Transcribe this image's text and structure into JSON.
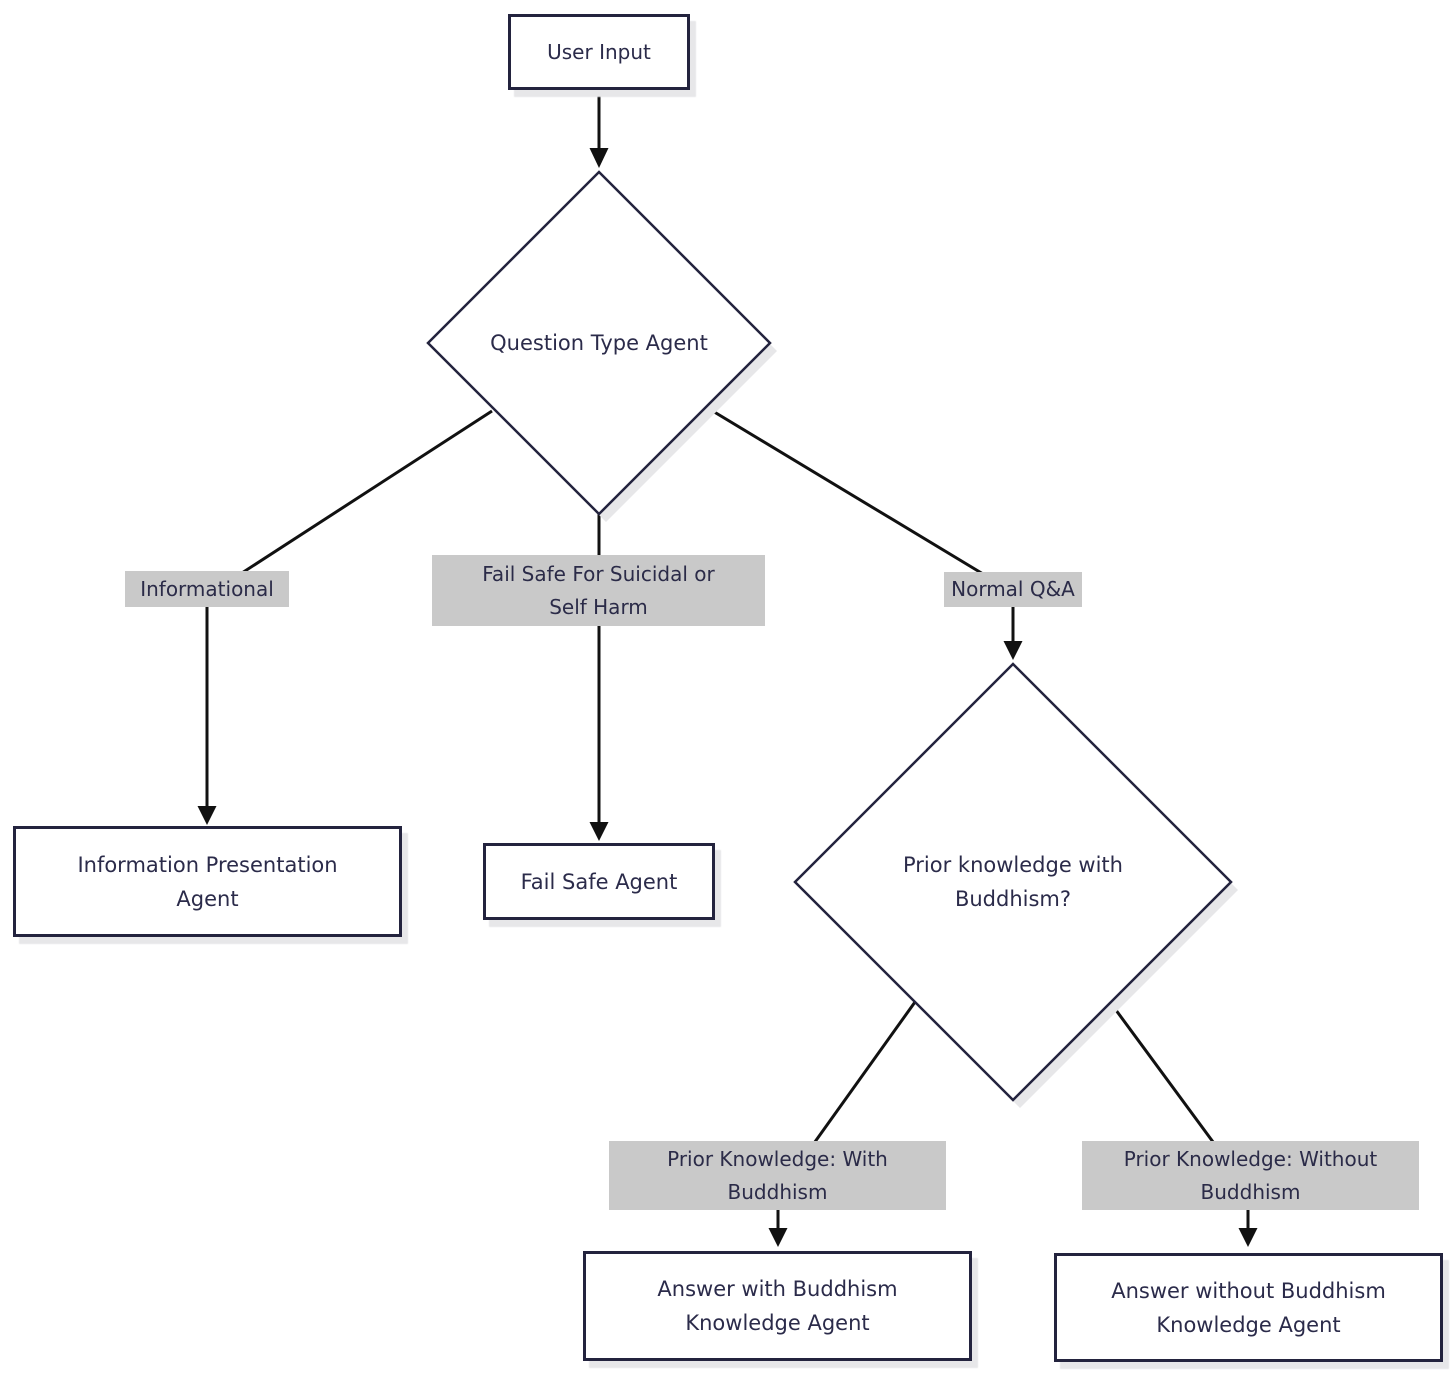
{
  "diagram": {
    "type": "flowchart",
    "background": "#ffffff",
    "colors": {
      "node_border": "#23233e",
      "node_fill": "#ffffff",
      "node_text": "#2b2b4a",
      "edge_line": "#111111",
      "edge_label_bg": "#c9c9c9",
      "shadow": "#e7e7e9"
    },
    "nodes": {
      "user_input": {
        "label": "User Input",
        "shape": "rectangle"
      },
      "question_type": {
        "label": "Question Type Agent",
        "shape": "diamond"
      },
      "info_presentation": {
        "label": "Information Presentation\nAgent",
        "shape": "rectangle"
      },
      "fail_safe_agent": {
        "label": "Fail Safe Agent",
        "shape": "rectangle"
      },
      "prior_knowledge": {
        "label": "Prior knowledge with\nBuddhism?",
        "shape": "diamond"
      },
      "answer_with": {
        "label": "Answer with Buddhism\nKnowledge Agent",
        "shape": "rectangle"
      },
      "answer_without": {
        "label": "Answer without Buddhism\nKnowledge Agent",
        "shape": "rectangle"
      }
    },
    "edge_labels": {
      "informational": "Informational",
      "fail_safe": "Fail Safe For Suicidal or\nSelf Harm",
      "normal_qa": "Normal Q&A",
      "pk_with": "Prior Knowledge: With\nBuddhism",
      "pk_without": "Prior Knowledge: Without\nBuddhism"
    },
    "edges": [
      {
        "from": "user_input",
        "to": "question_type",
        "label": ""
      },
      {
        "from": "question_type",
        "to": "info_presentation",
        "label": "Informational"
      },
      {
        "from": "question_type",
        "to": "fail_safe_agent",
        "label": "Fail Safe For Suicidal or Self Harm"
      },
      {
        "from": "question_type",
        "to": "prior_knowledge",
        "label": "Normal Q&A"
      },
      {
        "from": "prior_knowledge",
        "to": "answer_with",
        "label": "Prior Knowledge: With Buddhism"
      },
      {
        "from": "prior_knowledge",
        "to": "answer_without",
        "label": "Prior Knowledge: Without Buddhism"
      }
    ]
  }
}
